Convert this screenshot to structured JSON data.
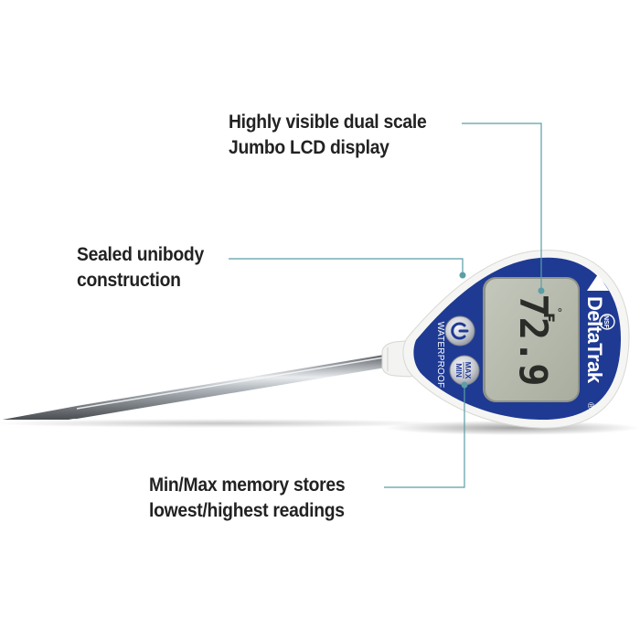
{
  "callouts": {
    "display": {
      "line1": "Highly visible dual scale",
      "line2": "Jumbo LCD display"
    },
    "body": {
      "line1": "Sealed unibody",
      "line2": "construction"
    },
    "memory": {
      "line1": "Min/Max memory stores",
      "line2": "lowest/highest readings"
    }
  },
  "device": {
    "brand": "DeltaTrak",
    "registered": "®",
    "certification_badge": "NSF",
    "side_label": "WATERPROOF",
    "power_button_icon": "power-icon",
    "maxmin_button": {
      "top": "MAX",
      "bottom": "MIN"
    },
    "lcd": {
      "reading": "72.9",
      "unit_degree": "°",
      "unit": "F"
    }
  },
  "colors": {
    "body_blue": "#1f3a93",
    "callout_line": "#5b9ea6",
    "lcd": "#b7bcae",
    "text": "#222222"
  }
}
